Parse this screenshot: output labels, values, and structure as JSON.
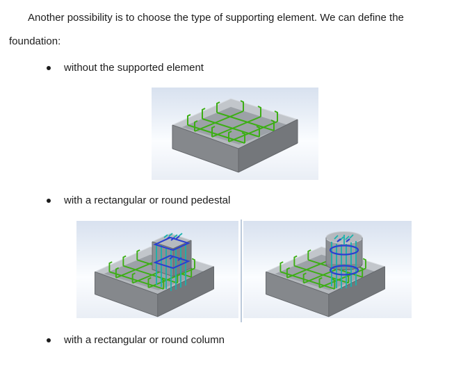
{
  "intro": {
    "line1": "Another possibility is to choose the type of supporting element. We can define the",
    "line2": "foundation:"
  },
  "bullets": [
    {
      "label": "without the supported element"
    },
    {
      "label": "with a rectangular or round pedestal"
    },
    {
      "label": "with a rectangular or round column"
    }
  ],
  "figures": [
    {
      "name": "foundation-slab-3d-view"
    },
    {
      "name": "foundation-with-rectangular-pedestal-3d-view"
    },
    {
      "name": "foundation-with-round-pedestal-3d-view"
    }
  ],
  "colors": {
    "rebar_green": "#3cae14",
    "rebar_cyan": "#18b2ad",
    "stirrup_blue": "#2a3fd1",
    "concrete_gray": "#9ca1a7",
    "viewport_gradient_top": "#d8e1ef",
    "viewport_gradient_bottom": "#e9eef5",
    "text": "#1c1c1c"
  }
}
